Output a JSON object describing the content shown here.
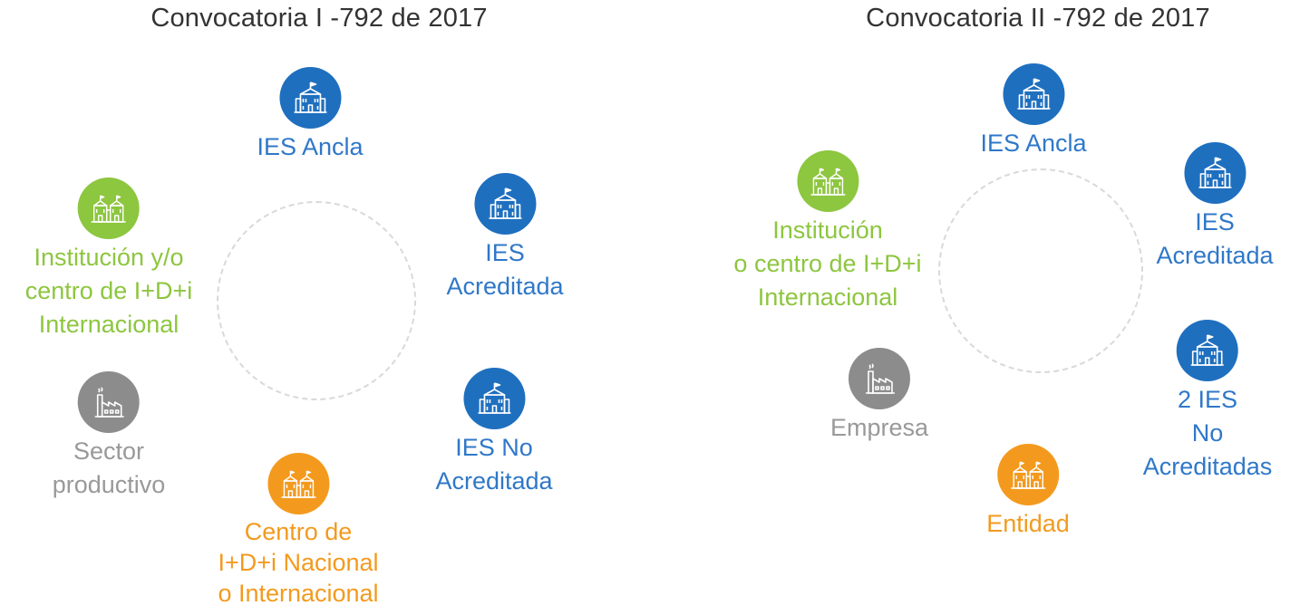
{
  "panels": [
    {
      "title": "Convocatoria I -792 de 2017",
      "nodes": [
        {
          "label": "IES Ancla",
          "color": "#1f6fbf",
          "icon": "university-icon"
        },
        {
          "label": "IES\nAcreditada",
          "color": "#1f6fbf",
          "icon": "university-icon"
        },
        {
          "label": "IES No\nAcreditada",
          "color": "#1f6fbf",
          "icon": "university-icon"
        },
        {
          "label": "Centro de\nI+D+i  Nacional\no Internacional",
          "color": "#f39a1e",
          "icon": "campus-icon"
        },
        {
          "label": "Sector\nproductivo",
          "color": "#8c8c8c",
          "icon": "factory-icon"
        },
        {
          "label": "Institución y/o\ncentro de I+D+i\nInternacional",
          "color": "#8dc63f",
          "icon": "campus-icon"
        }
      ]
    },
    {
      "title": "Convocatoria II -792 de 2017",
      "nodes": [
        {
          "label": "IES Ancla",
          "color": "#1f6fbf",
          "icon": "university-icon"
        },
        {
          "label": "IES\nAcreditada",
          "color": "#1f6fbf",
          "icon": "university-icon"
        },
        {
          "label": "2 IES\nNo Acreditadas",
          "color": "#1f6fbf",
          "icon": "university-icon"
        },
        {
          "label": "Entidad",
          "color": "#f39a1e",
          "icon": "campus-icon"
        },
        {
          "label": "Empresa",
          "color": "#8c8c8c",
          "icon": "factory-icon"
        },
        {
          "label": "Institución\no centro de I+D+i\nInternacional",
          "color": "#8dc63f",
          "icon": "campus-icon"
        }
      ]
    }
  ]
}
